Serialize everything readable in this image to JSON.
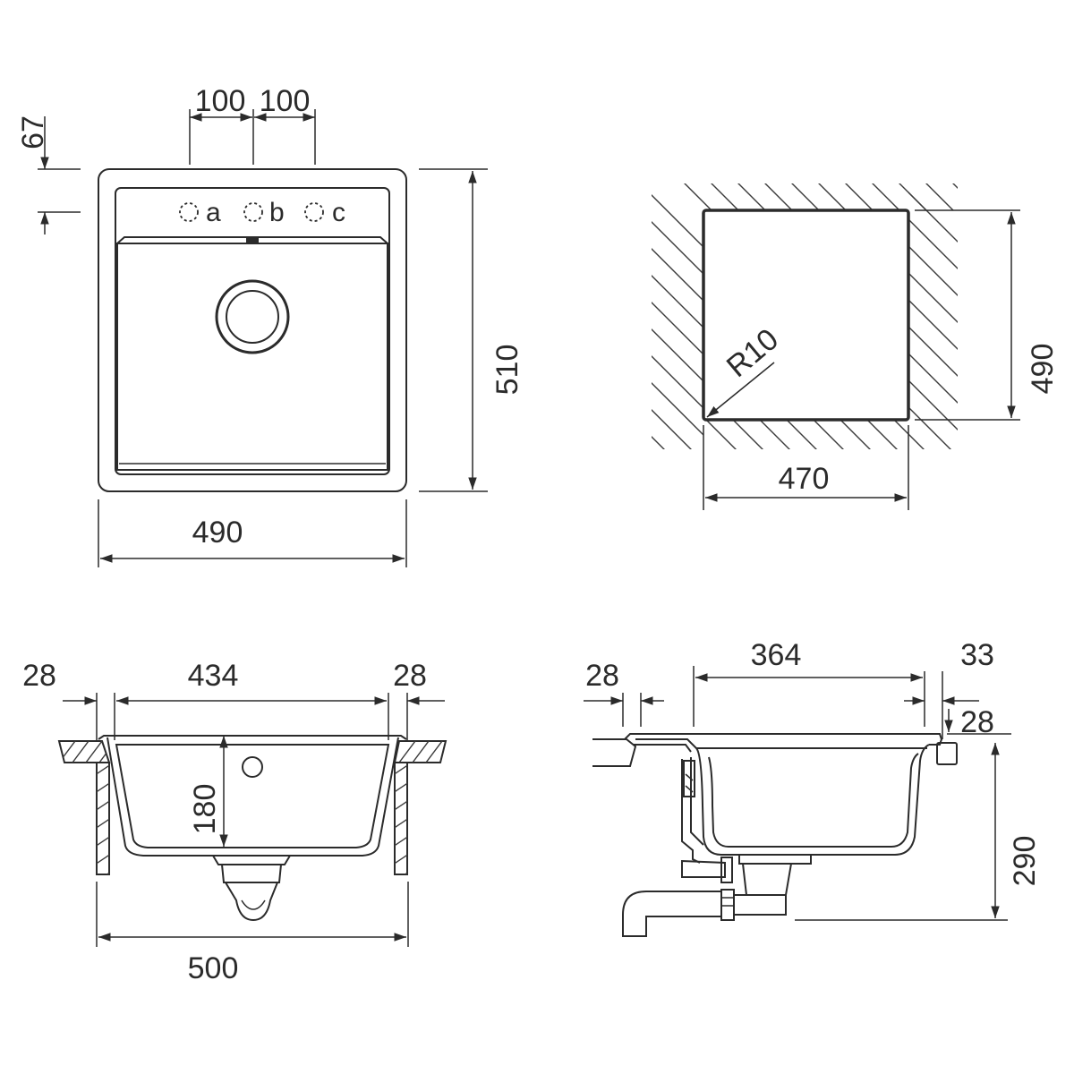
{
  "top_view": {
    "dim_width": "490",
    "dim_height": "510",
    "dim_tap_offset": "67",
    "dim_tap_spacing_left": "100",
    "dim_tap_spacing_right": "100",
    "tap_labels": [
      "a",
      "b",
      "c"
    ]
  },
  "cutout_view": {
    "dim_width": "470",
    "dim_height": "490",
    "dim_radius": "R10"
  },
  "front_section": {
    "dim_rim_left": "28",
    "dim_bowl_width": "434",
    "dim_rim_right": "28",
    "dim_depth": "180",
    "dim_total_width": "500"
  },
  "side_section": {
    "dim_rim_left": "28",
    "dim_inner_length": "364",
    "dim_rim_right": "33",
    "dim_rim_height": "28",
    "dim_total_height": "290"
  }
}
